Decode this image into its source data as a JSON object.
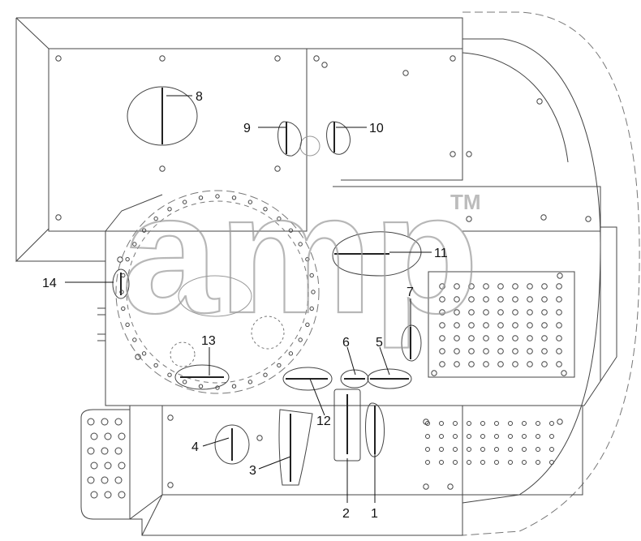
{
  "watermark": {
    "text": "amp",
    "trademark": "TM"
  },
  "callouts": [
    {
      "id": "1",
      "label": "1"
    },
    {
      "id": "2",
      "label": "2"
    },
    {
      "id": "3",
      "label": "3"
    },
    {
      "id": "4",
      "label": "4"
    },
    {
      "id": "5",
      "label": "5"
    },
    {
      "id": "6",
      "label": "6"
    },
    {
      "id": "7",
      "label": "7"
    },
    {
      "id": "8",
      "label": "8"
    },
    {
      "id": "9",
      "label": "9"
    },
    {
      "id": "10",
      "label": "10"
    },
    {
      "id": "11",
      "label": "11"
    },
    {
      "id": "12",
      "label": "12"
    },
    {
      "id": "13",
      "label": "13"
    },
    {
      "id": "14",
      "label": "14"
    }
  ],
  "colors": {
    "line": "#444444",
    "dash": "#777777",
    "label": "#111111",
    "watermark": "#9a9a9a"
  }
}
